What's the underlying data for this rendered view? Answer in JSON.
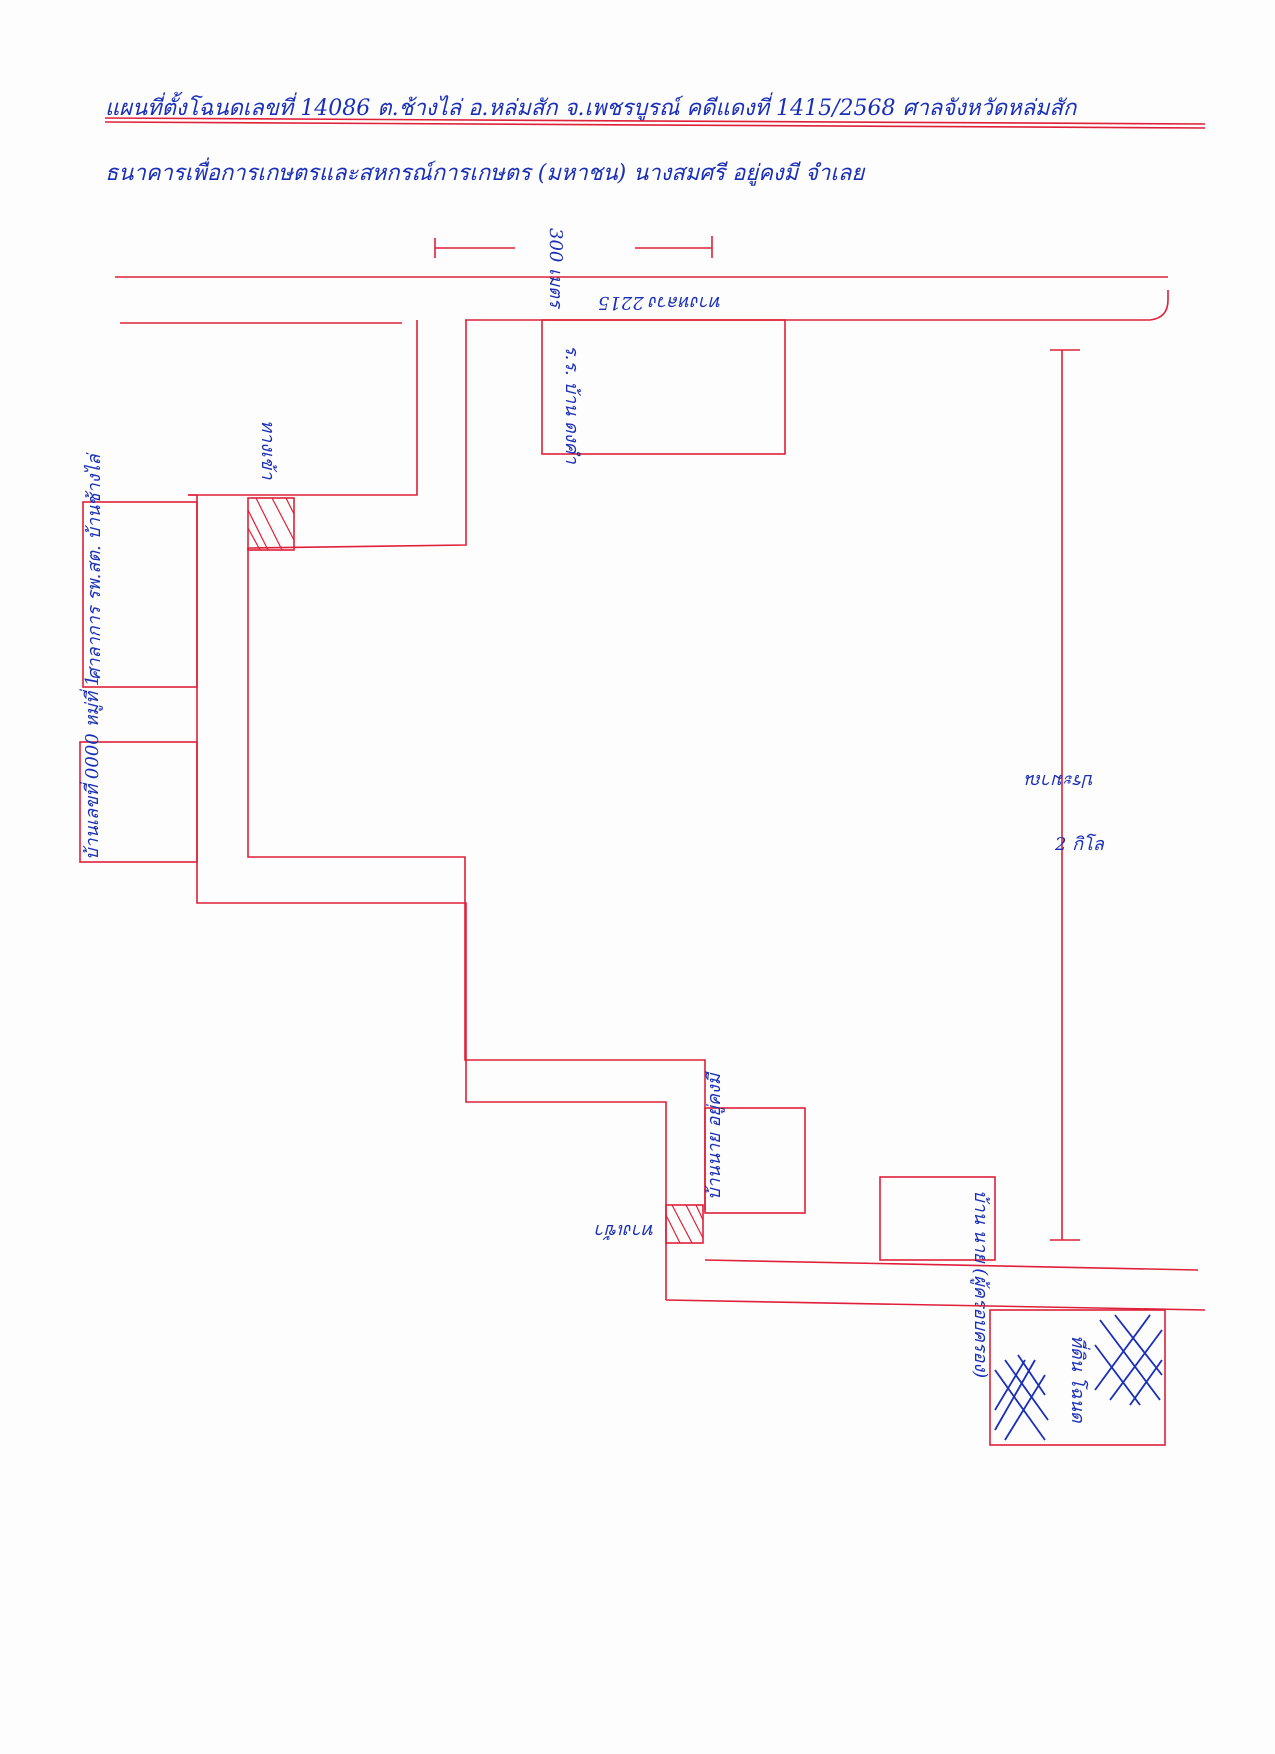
{
  "header": {
    "line1": "แผนที่ตั้งโฉนดเลขที่ 14086 ต.ช้างไล่ อ.หล่มสัก จ.เพชรบูรณ์ คดีแดงที่ 1415/2568 ศาลจังหวัดหล่มสัก",
    "line2": "ธนาคารเพื่อการเกษตรและสหกรณ์การเกษตร (มหาชน) นางสมศรี อยู่คงมี จำเลย"
  },
  "labels": {
    "distance_top": "300 เมตร",
    "road_name": "ทางหลวง 2215",
    "shop_top": "ร.ร. บ้าน ดงคำ",
    "entrance_top": "ทางเข้า",
    "farm_left": "ศาลาการ รพ.สต. บ้านช้างไล่",
    "house_left": "บ้านเลขที่ 0000 หมู่ที่ 1",
    "distance_right": "ประมาณ",
    "distance_right_value": "2 กิโล",
    "house_bottom": "บ้านนาย อยู่คงมี",
    "entrance_bottom": "ทางเข้า",
    "house_bottom_right": "บ้าน นาย (ผู้ครอบครอง)",
    "plot_label": "ที่ดิน โฉนด"
  }
}
